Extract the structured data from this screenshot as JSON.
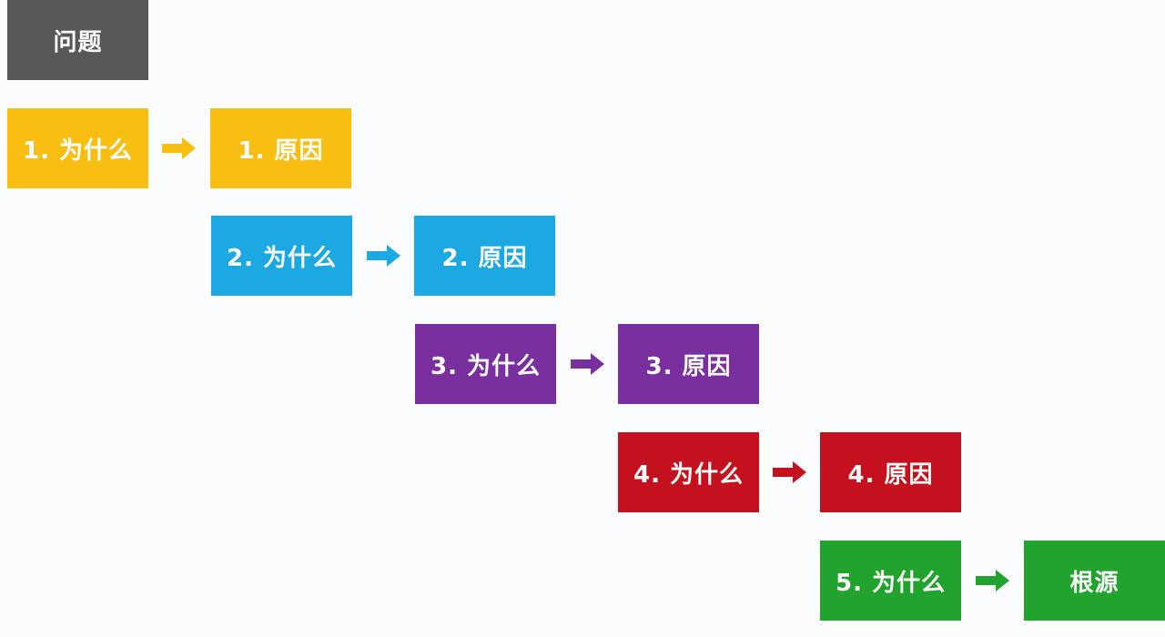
{
  "problem": "问题",
  "rows": [
    {
      "why": "1. 为什么",
      "cause": "1. 原因",
      "color": "#f8bf12"
    },
    {
      "why": "2. 为什么",
      "cause": "2. 原因",
      "color": "#1ba8e3"
    },
    {
      "why": "3. 为什么",
      "cause": "3. 原因",
      "color": "#7a2f9e"
    },
    {
      "why": "4. 为什么",
      "cause": "4. 原因",
      "color": "#c5101d"
    },
    {
      "why": "5. 为什么",
      "cause": "根源",
      "color": "#21a32e"
    }
  ]
}
